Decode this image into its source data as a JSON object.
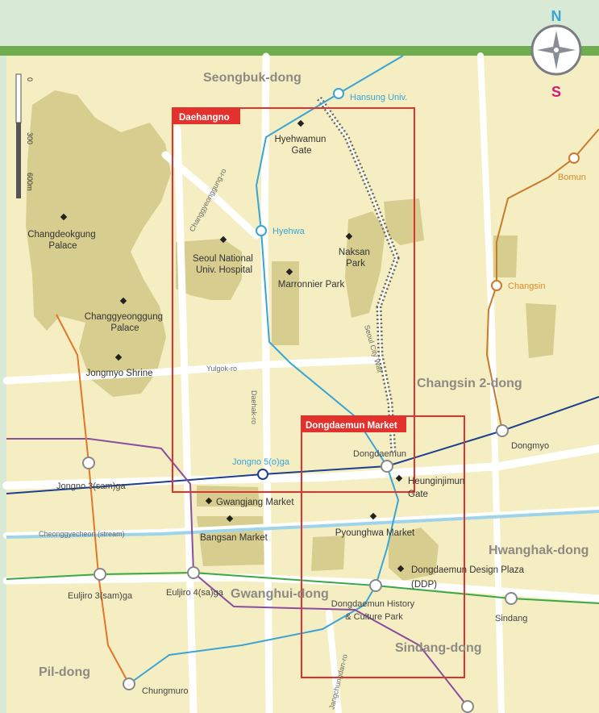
{
  "neighborhoods": {
    "seongbuk": "Seongbuk-dong",
    "changsin2": "Changsin 2-dong",
    "hwanghak": "Hwanghak-dong",
    "gwanghui": "Gwanghui-dong",
    "sindang": "Sindang-dong",
    "pil": "Pil-dong"
  },
  "places": {
    "changdeokgung": [
      "Changdeokgung",
      "Palace"
    ],
    "changgyeonggung": [
      "Changgyeonggung",
      "Palace"
    ],
    "jongmyo": "Jongmyo Shrine",
    "snuh": [
      "Seoul National",
      "Univ. Hospital"
    ],
    "marronnier": "Marronnier Park",
    "hyehwamun": [
      "Hyehwamun",
      "Gate"
    ],
    "naksan": [
      "Naksan",
      "Park"
    ],
    "heunginjimun": [
      "Heunginjimun",
      "Gate"
    ],
    "gwangjang": "Gwangjang Market",
    "bangsan": "Bangsan Market",
    "pyounghwa": "Pyounghwa Market",
    "ddp": [
      "Dongdaemun Design Plaza",
      "(DDP)"
    ],
    "city_wall": "Seoul City Wall"
  },
  "roads": {
    "changgyeonggung_ro": "Changgyeonggung-ro",
    "yulgok_ro": "Yulgok-ro",
    "daehak_ro": "Daehak-ro",
    "cheonggyecheon": "Cheonggyecheon (stream)",
    "jangchungdan_ro": "Jangchungdan-ro"
  },
  "stations": {
    "hansung": "Hansung Univ.",
    "hyehwa": "Hyehwa",
    "bomun": "Bomun",
    "changsin": "Changsin",
    "dongmyo": "Dongmyo",
    "dongdaemun": "Dongdaemun",
    "jongno5": "Jongno 5(o)ga",
    "jongno3": "Jongno 3(sam)ga",
    "euljiro3": "Euljiro 3(sam)ga",
    "euljiro4": "Euljiro 4(sa)ga",
    "ddhcp": [
      "Dongdaemun History",
      "& Culture Park"
    ],
    "sindang": "Sindang",
    "chungmuro": "Chungmuro"
  },
  "boxes": {
    "daehangno": "Daehangno",
    "dongdaemun_market": "Dongdaemun Market"
  },
  "compass": {
    "north": "N",
    "south": "S"
  },
  "scale": {
    "zero": "0",
    "mid": "300",
    "max": "600m"
  },
  "colors": {
    "land": "#f5eec2",
    "park": "#d7cd8e",
    "road": "#ffffff",
    "header": "#d8e9d6",
    "header_stripe": "#6fae4f",
    "box": "#e3312e",
    "line1": "#1d3f8f",
    "line4": "#3aa4d6",
    "line5": "#8a4da0",
    "line6": "#c97b2c",
    "line2": "#3aa848",
    "line3": "#e2762b"
  }
}
